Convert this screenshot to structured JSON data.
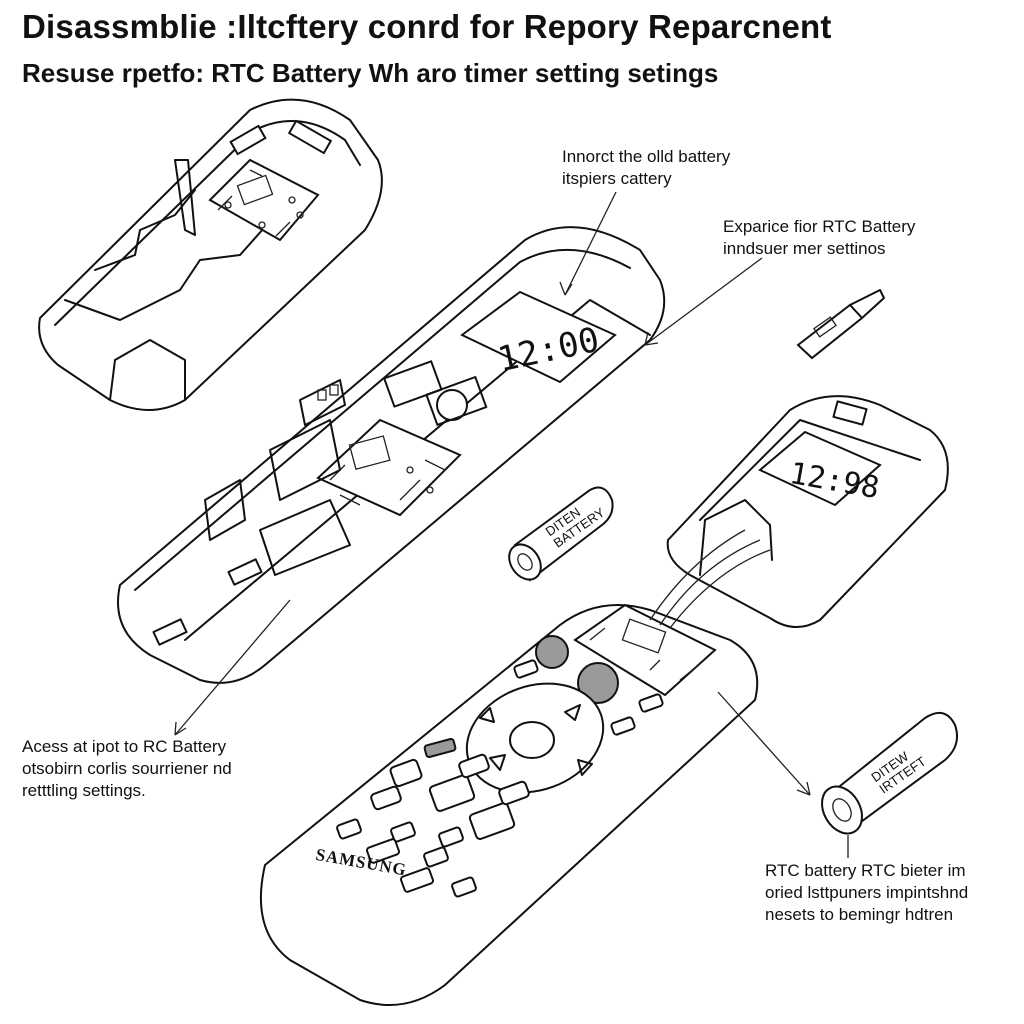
{
  "title": "Disassmblie :Iltcftery conrd for Repory Reparcnent",
  "subtitle": "Resuse rpetfo: RTC Battery Wh aro timer setting setings",
  "callouts": {
    "old_battery": [
      "Innorct the olld battery",
      "itspiers cattery"
    ],
    "rtc_battery": [
      "Exparice fior RTC Battery",
      "inndsuer mer settinos"
    ],
    "access": [
      "Acess at ipot to RC Battery",
      "otsobirn corlis sourriener nd",
      "retttling settings."
    ],
    "reset": [
      "RTC battery RTC bieter im",
      "oried lsttpuners impintshnd",
      "nesets to bemingr hdtren"
    ]
  },
  "lcd": {
    "main": "12:00",
    "right": "12:98"
  },
  "battery_label": [
    "DITEN",
    "BATTERY"
  ],
  "battery_label_2": [
    "DITEW",
    "IRTTEFT"
  ],
  "brand": "SAMSUNG",
  "icons": [
    "remote-front-icon",
    "remote-casing-icon",
    "battery-icon",
    "usb-stick-icon",
    "circuit-board-icon"
  ]
}
